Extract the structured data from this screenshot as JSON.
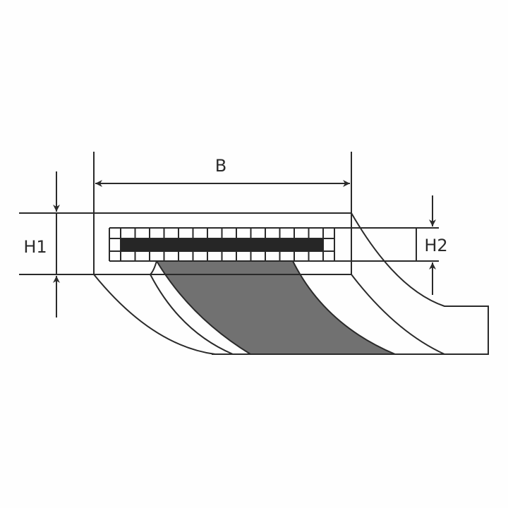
{
  "labels": {
    "width": "B",
    "height_outer": "H1",
    "height_inner": "H2"
  },
  "colors": {
    "line": "#2a2a2a",
    "shaded_strip": "#717171",
    "core_bar": "#262626"
  },
  "grid": {
    "columns": 16,
    "rows": 3
  }
}
